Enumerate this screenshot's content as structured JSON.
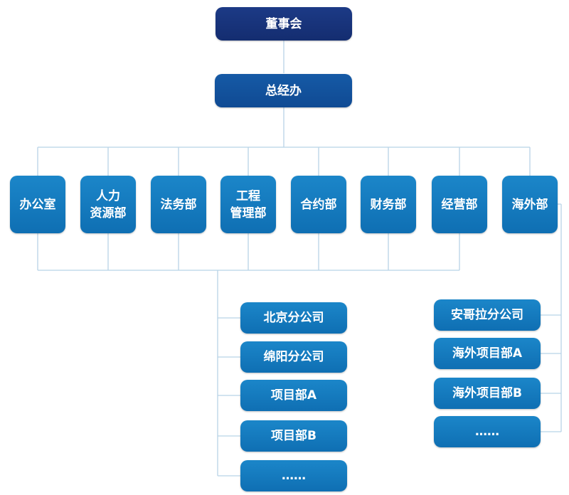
{
  "board": "董事会",
  "general_office": "总经办",
  "departments": [
    "办公室",
    "人力\n资源部",
    "法务部",
    "工程\n管理部",
    "合约部",
    "财务部",
    "经营部",
    "海外部"
  ],
  "engineering_units": [
    "北京分公司",
    "绵阳分公司",
    "项目部A",
    "项目部B",
    "……"
  ],
  "overseas_units": [
    "安哥拉分公司",
    "海外项目部A",
    "海外项目部B",
    "……"
  ],
  "colors": {
    "board": "#1c3a86",
    "office": "#165aa6",
    "unit": "#1378bd",
    "connector": "#b8d3e6"
  }
}
